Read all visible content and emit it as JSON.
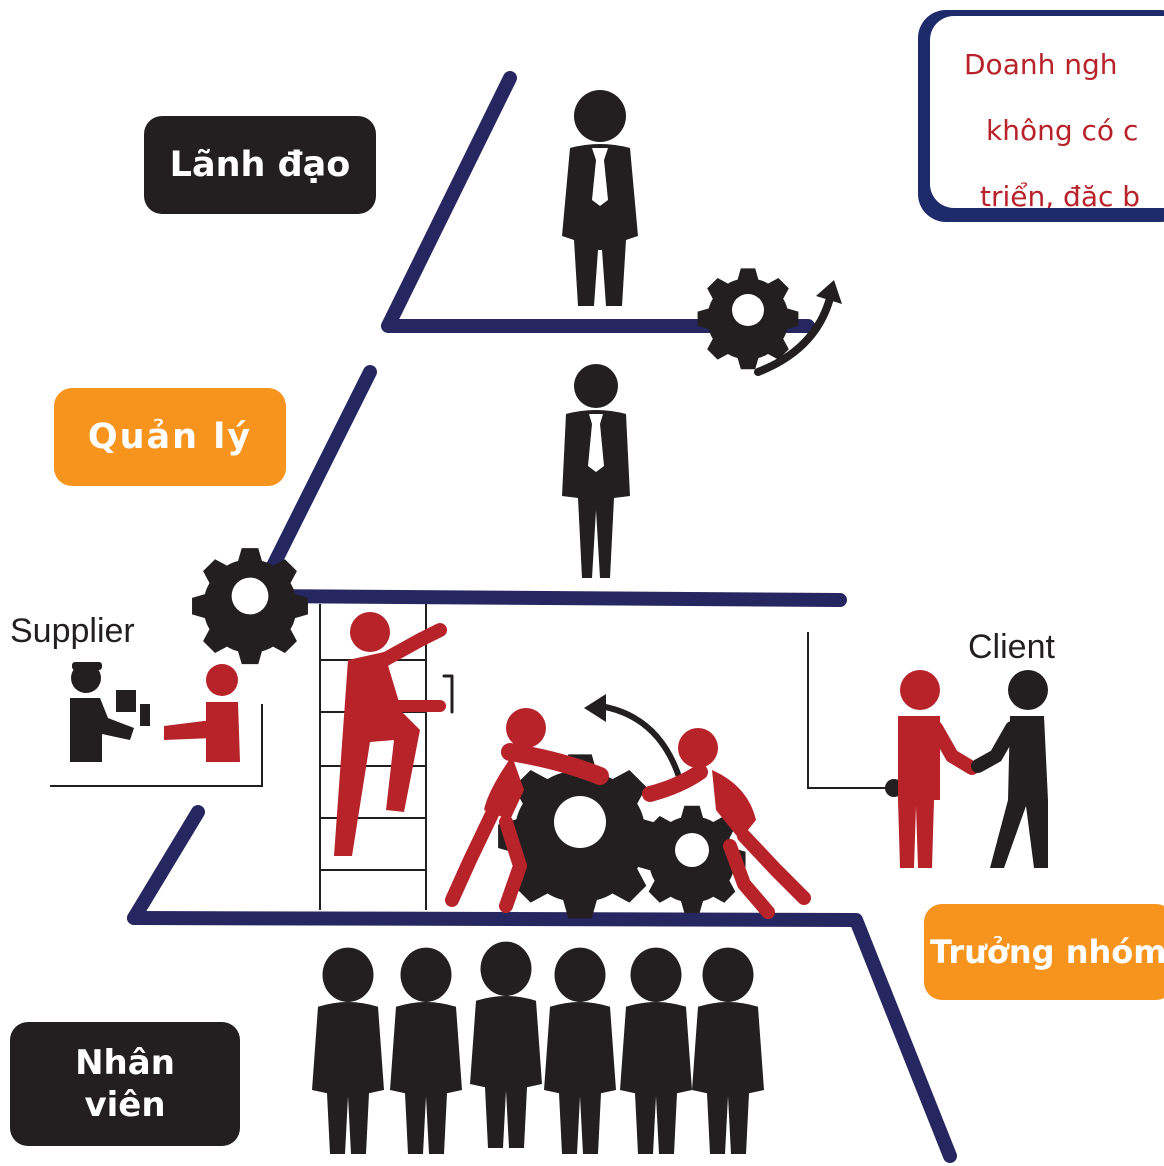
{
  "levels": {
    "leader": "Lãnh đạo",
    "manager": "Quản lý",
    "team_lead": "Trưởng nhóm",
    "staff_line1": "Nhân",
    "staff_line2": "viên"
  },
  "actors": {
    "supplier": "Supplier",
    "client": "Client"
  },
  "note": {
    "lines": [
      "Doanh ngh",
      "không có c",
      "triển, đặc b"
    ]
  },
  "colors": {
    "navy": "#262661",
    "dark": "#231f20",
    "red": "#b8232a",
    "orange": "#f7941d"
  }
}
